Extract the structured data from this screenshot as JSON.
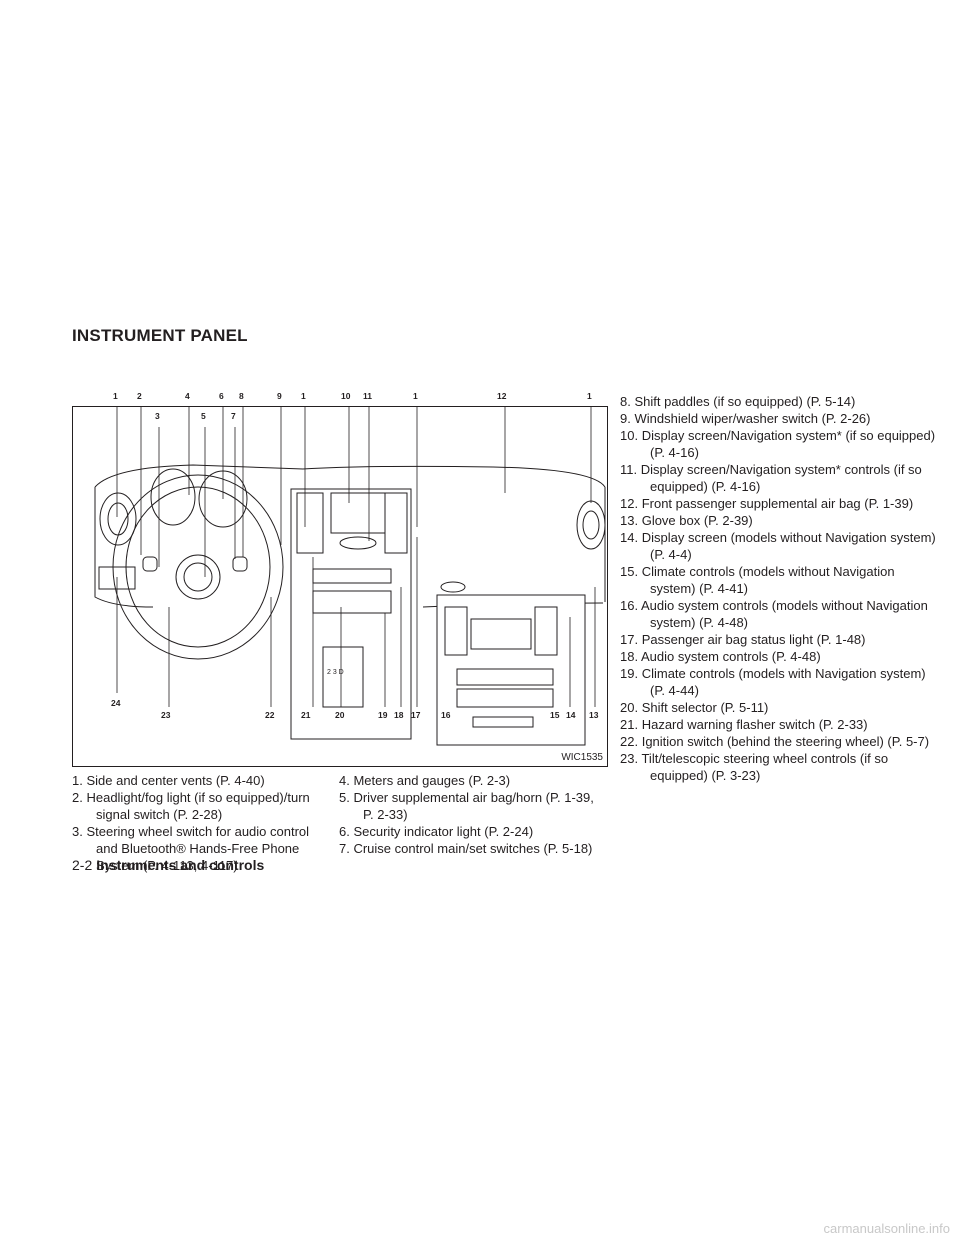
{
  "section_title": "INSTRUMENT PANEL",
  "figure": {
    "code": "WIC1535",
    "callouts_top": [
      "1",
      "2",
      "3",
      "4",
      "5",
      "6",
      "7",
      "8",
      "9",
      "1",
      "10",
      "11",
      "1",
      "12",
      "1"
    ],
    "callouts_bottom": [
      "24",
      "23",
      "22",
      "21",
      "20",
      "19",
      "18",
      "17",
      "16",
      "15",
      "14",
      "13"
    ],
    "shifter_label": "2 3 D"
  },
  "items_col1": [
    {
      "num": "1.",
      "text": "Side and center vents (P. 4-40)"
    },
    {
      "num": "2.",
      "text": "Headlight/fog light (if so equipped)/turn signal switch (P. 2-28)"
    },
    {
      "num": "3.",
      "text": "Steering wheel switch for audio control and Bluetooth® Hands-Free Phone System (P. 4-113, 4-117)"
    }
  ],
  "items_col2": [
    {
      "num": "4.",
      "text": "Meters and gauges (P. 2-3)"
    },
    {
      "num": "5.",
      "text": "Driver supplemental air bag/horn (P. 1-39, P. 2-33)"
    },
    {
      "num": "6.",
      "text": "Security indicator light (P. 2-24)"
    },
    {
      "num": "7.",
      "text": "Cruise control main/set switches (P. 5-18)"
    }
  ],
  "items_col3": [
    {
      "num": "8.",
      "text": "Shift paddles (if so equipped) (P. 5-14)"
    },
    {
      "num": "9.",
      "text": "Windshield wiper/washer switch (P. 2-26)"
    },
    {
      "num": "10.",
      "text": "Display screen/Navigation system* (if so equipped) (P. 4-16)"
    },
    {
      "num": "11.",
      "text": "Display screen/Navigation system* controls (if so equipped) (P. 4-16)"
    },
    {
      "num": "12.",
      "text": "Front passenger supplemental air bag (P. 1-39)"
    },
    {
      "num": "13.",
      "text": "Glove box (P. 2-39)"
    },
    {
      "num": "14.",
      "text": "Display screen (models without Navigation system) (P. 4-4)"
    },
    {
      "num": "15.",
      "text": "Climate controls (models without Navigation system) (P. 4-41)"
    },
    {
      "num": "16.",
      "text": "Audio system controls (models without Navigation system) (P. 4-48)"
    },
    {
      "num": "17.",
      "text": "Passenger air bag status light (P. 1-48)"
    },
    {
      "num": "18.",
      "text": "Audio system controls (P. 4-48)"
    },
    {
      "num": "19.",
      "text": "Climate controls (models with Navigation system) (P. 4-44)"
    },
    {
      "num": "20.",
      "text": "Shift selector (P. 5-11)"
    },
    {
      "num": "21.",
      "text": "Hazard warning flasher switch (P. 2-33)"
    },
    {
      "num": "22.",
      "text": "Ignition switch (behind the steering wheel) (P. 5-7)"
    },
    {
      "num": "23.",
      "text": "Tilt/telescopic steering wheel controls (if so equipped) (P. 3-23)"
    }
  ],
  "footer": {
    "page": "2-2",
    "section": "Instruments and controls"
  },
  "watermark": "carmanualsonline.info"
}
